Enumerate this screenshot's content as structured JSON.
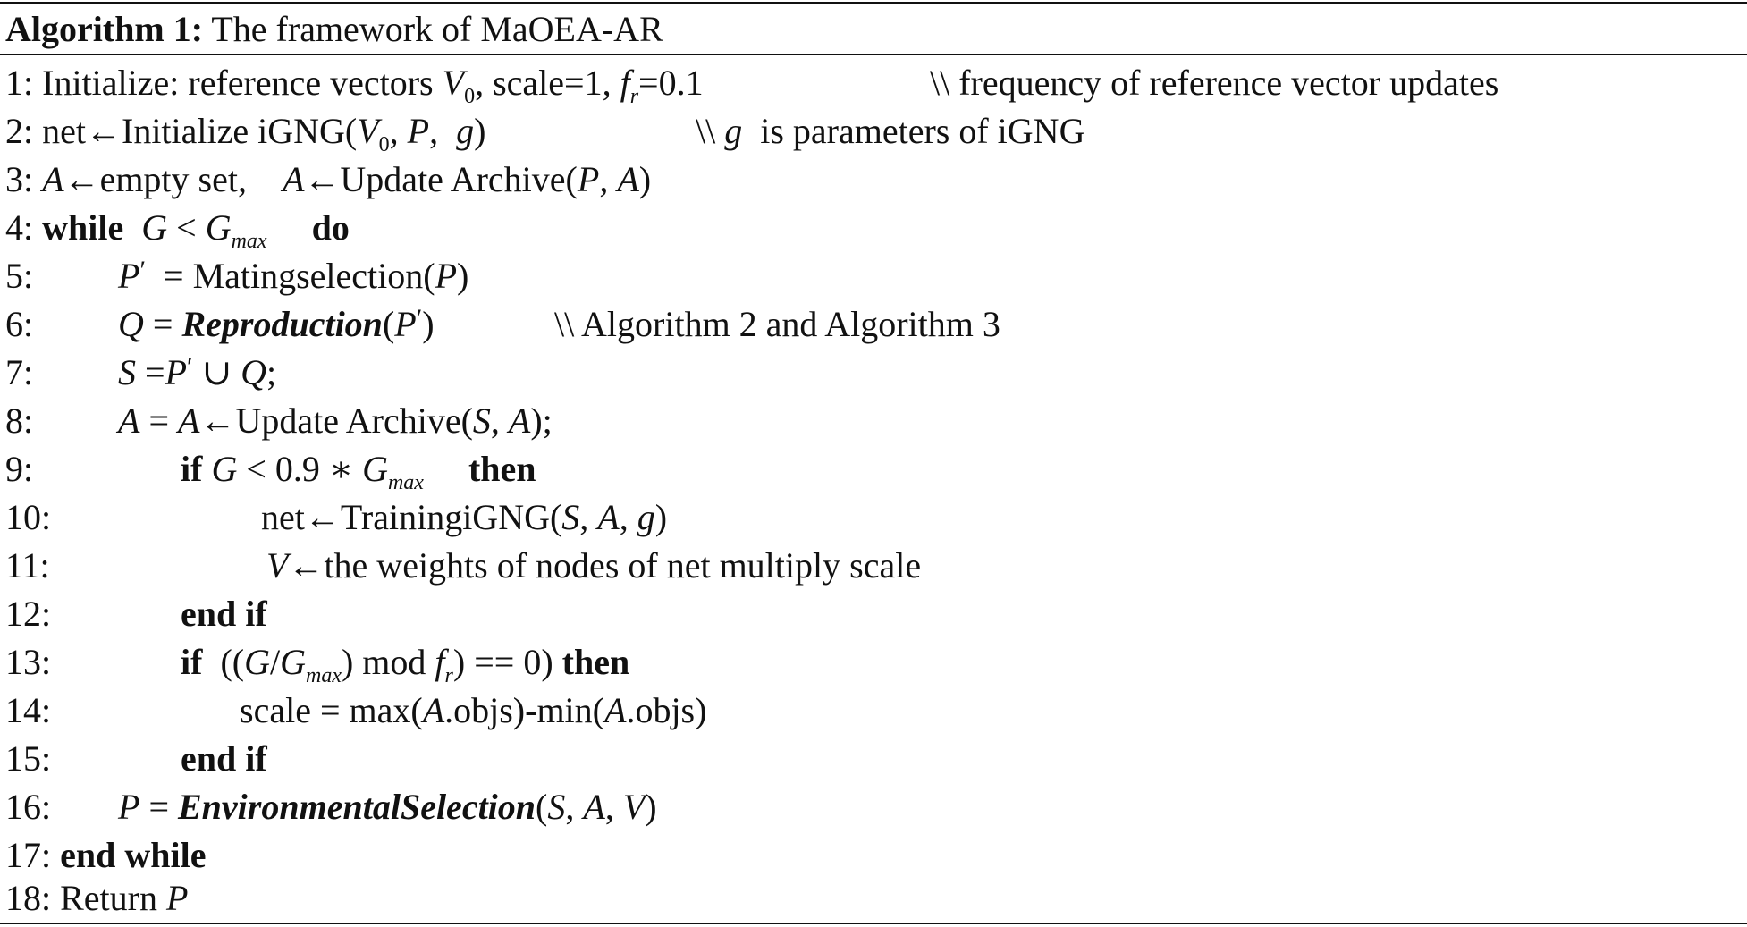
{
  "caption": {
    "label": "Algorithm 1:",
    "title": "The framework of MaOEA-AR"
  },
  "lines": [
    {
      "num": "1:",
      "comment": "\\\\ frequency of reference vector updates"
    },
    {
      "num": "2:",
      "comment": "\\\\ g  is parameters of iGNG"
    },
    {
      "num": "3:"
    },
    {
      "num": "4:"
    },
    {
      "num": "5:"
    },
    {
      "num": "6:",
      "comment": "\\\\ Algorithm 2 and Algorithm 3"
    },
    {
      "num": "7:"
    },
    {
      "num": "8:"
    },
    {
      "num": "9:"
    },
    {
      "num": "10:"
    },
    {
      "num": "11:"
    },
    {
      "num": "12:"
    },
    {
      "num": "13:"
    },
    {
      "num": "14:"
    },
    {
      "num": "15:"
    },
    {
      "num": "16:"
    },
    {
      "num": "17:"
    },
    {
      "num": "18:"
    }
  ],
  "keywords": {
    "while": "while",
    "do": "do",
    "if": "if",
    "then": "then",
    "end_if": "end if",
    "end_while": "end while"
  },
  "text": {
    "l1": "Initialize: reference vectors",
    "l1_scale": "scale=1,",
    "l1_fr_val": "=0.1",
    "l2": "net←Initialize iGNG(",
    "l3_a": "←empty set,",
    "l3_b": "←Update Archive(",
    "l5": "Matingselection(",
    "l6_fn": "Reproduction",
    "l8": "←Update Archive(",
    "l9": "0.9 ∗",
    "l10": "net←TrainingiGNG(",
    "l11": "←the weights of nodes of net multiply scale",
    "l13_mod": "mod",
    "l14": "scale = max(",
    "l14_b": ".objs)-min(",
    "l14_c": ".objs)",
    "l16_fn": "EnvironmentalSelection",
    "l18": "Return"
  }
}
